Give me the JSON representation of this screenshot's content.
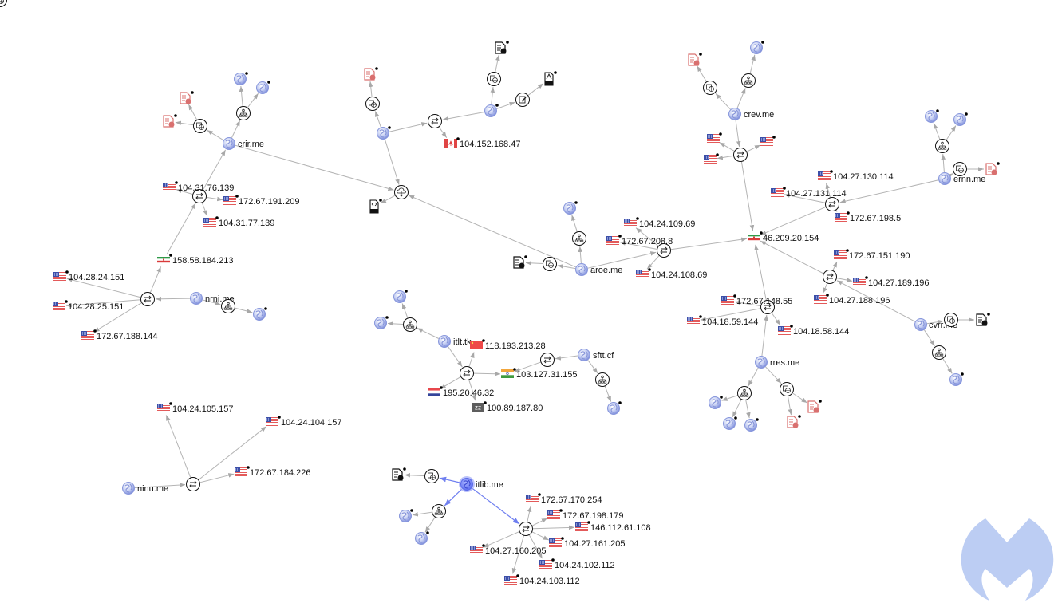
{
  "graph": {
    "title": "Domain infrastructure graph",
    "colors": {
      "edge": "#b4b4b4",
      "selected_edge": "#6f7ff0",
      "domain_node": "#8fa0e0",
      "selected_node": "#6f7ff0",
      "document_red": "#d9706f",
      "logo": "#bccdf3"
    },
    "nodes": [
      {
        "id": "crir",
        "type": "domain",
        "label": "crir.me"
      },
      {
        "id": "crir_dns",
        "type": "dns-transform",
        "label": ""
      },
      {
        "id": "crir_web",
        "type": "web-transform",
        "label": ""
      },
      {
        "id": "crir_doc1",
        "type": "document-red",
        "label": ""
      },
      {
        "id": "crir_doc2",
        "type": "document-red",
        "label": ""
      },
      {
        "id": "crir_hier",
        "type": "hierarchy-transform",
        "label": ""
      },
      {
        "id": "crir_d1",
        "type": "domain",
        "label": ""
      },
      {
        "id": "crir_d2",
        "type": "domain",
        "label": ""
      },
      {
        "id": "crir_res",
        "type": "resolve-transform",
        "label": ""
      },
      {
        "id": "ip_104_31_76_139",
        "type": "ip-us",
        "label": "104.31.76.139"
      },
      {
        "id": "ip_172_67_191_209",
        "type": "ip-us",
        "label": "172.67.191.209"
      },
      {
        "id": "ip_104_31_77_139",
        "type": "ip-us",
        "label": "104.31.77.139"
      },
      {
        "id": "ip_158_58_184_213",
        "type": "ip-ir",
        "label": "158.58.184.213"
      },
      {
        "id": "nrni_res",
        "type": "resolve-transform",
        "label": ""
      },
      {
        "id": "ip_104_28_24_151",
        "type": "ip-us",
        "label": "104.28.24.151"
      },
      {
        "id": "ip_104_28_25_151",
        "type": "ip-us",
        "label": "104.28.25.151"
      },
      {
        "id": "ip_172_67_188_144",
        "type": "ip-us",
        "label": "172.67.188.144"
      },
      {
        "id": "nrni",
        "type": "domain",
        "label": "nrni.me"
      },
      {
        "id": "nrni_hier",
        "type": "hierarchy-transform",
        "label": ""
      },
      {
        "id": "nrni_d1",
        "type": "domain",
        "label": ""
      },
      {
        "id": "cw_a",
        "type": "domain",
        "label": ""
      },
      {
        "id": "cw_a_web",
        "type": "web-transform",
        "label": ""
      },
      {
        "id": "cw_a_doc",
        "type": "document-red",
        "label": ""
      },
      {
        "id": "cw_res",
        "type": "resolve-transform",
        "label": ""
      },
      {
        "id": "ip_104_152_168_47",
        "type": "ip-ca",
        "label": "104.152.168.47"
      },
      {
        "id": "cw_b",
        "type": "domain",
        "label": ""
      },
      {
        "id": "cw_b_dns",
        "type": "dns-transform",
        "label": ""
      },
      {
        "id": "cw_b_doc",
        "type": "document-black",
        "label": ""
      },
      {
        "id": "cw_b_edit",
        "type": "edit-transform",
        "label": ""
      },
      {
        "id": "cw_b_pdf",
        "type": "pdf-file",
        "label": ""
      },
      {
        "id": "cloud_hub",
        "type": "cloud-transform",
        "label": ""
      },
      {
        "id": "html_file",
        "type": "html-file",
        "label": ""
      },
      {
        "id": "aroe",
        "type": "domain",
        "label": "aroe.me"
      },
      {
        "id": "aroe_hier",
        "type": "hierarchy-transform",
        "label": ""
      },
      {
        "id": "aroe_d1",
        "type": "domain",
        "label": ""
      },
      {
        "id": "aroe_dns",
        "type": "dns-transform",
        "label": ""
      },
      {
        "id": "aroe_doc",
        "type": "document-black",
        "label": ""
      },
      {
        "id": "aroe_res",
        "type": "resolve-transform",
        "label": ""
      },
      {
        "id": "ip_104_24_109_69",
        "type": "ip-us",
        "label": "104.24.109.69"
      },
      {
        "id": "ip_172_67_208_8",
        "type": "ip-us",
        "label": "172.67.208.8"
      },
      {
        "id": "ip_104_24_108_69",
        "type": "ip-us",
        "label": "104.24.108.69"
      },
      {
        "id": "ip_46_209_20_154",
        "type": "ip-ir",
        "label": "46.209.20.154"
      },
      {
        "id": "crev",
        "type": "domain",
        "label": "crev.me"
      },
      {
        "id": "crev_dns",
        "type": "dns-transform",
        "label": ""
      },
      {
        "id": "crev_doc",
        "type": "document-red",
        "label": ""
      },
      {
        "id": "crev_hier",
        "type": "hierarchy-transform",
        "label": ""
      },
      {
        "id": "crev_d1",
        "type": "domain",
        "label": ""
      },
      {
        "id": "crev_res",
        "type": "resolve-transform",
        "label": ""
      },
      {
        "id": "crev_ip1",
        "type": "ip-us",
        "label": ""
      },
      {
        "id": "crev_ip2",
        "type": "ip-us",
        "label": ""
      },
      {
        "id": "crev_ip3",
        "type": "ip-us",
        "label": ""
      },
      {
        "id": "ernn",
        "type": "domain",
        "label": "ernn.me"
      },
      {
        "id": "ernn_hier",
        "type": "hierarchy-transform",
        "label": ""
      },
      {
        "id": "ernn_d1",
        "type": "domain",
        "label": ""
      },
      {
        "id": "ernn_d2",
        "type": "domain",
        "label": ""
      },
      {
        "id": "ernn_web",
        "type": "dns-transform",
        "label": ""
      },
      {
        "id": "ernn_doc",
        "type": "document-red",
        "label": ""
      },
      {
        "id": "ernn_res",
        "type": "resolve-transform",
        "label": ""
      },
      {
        "id": "ip_104_27_130_114",
        "type": "ip-us",
        "label": "104.27.130.114"
      },
      {
        "id": "ip_104_27_131_114",
        "type": "ip-us",
        "label": "104.27.131.114"
      },
      {
        "id": "ip_172_67_198_5",
        "type": "ip-us",
        "label": "172.67.198.5"
      },
      {
        "id": "cvrr",
        "type": "domain",
        "label": "cvrr.me"
      },
      {
        "id": "cvrr_res",
        "type": "resolve-transform",
        "label": ""
      },
      {
        "id": "ip_172_67_151_190",
        "type": "ip-us",
        "label": "172.67.151.190"
      },
      {
        "id": "ip_104_27_189_196",
        "type": "ip-us",
        "label": "104.27.189.196"
      },
      {
        "id": "ip_104_27_188_196",
        "type": "ip-us",
        "label": "104.27.188.196"
      },
      {
        "id": "cvrr_web",
        "type": "web-transform",
        "label": ""
      },
      {
        "id": "cvrr_doc",
        "type": "document-black",
        "label": ""
      },
      {
        "id": "cvrr_hier",
        "type": "hierarchy-transform",
        "label": ""
      },
      {
        "id": "cvrr_d1",
        "type": "domain",
        "label": ""
      },
      {
        "id": "rres",
        "type": "domain",
        "label": "rres.me"
      },
      {
        "id": "rres_res",
        "type": "resolve-transform",
        "label": ""
      },
      {
        "id": "ip_172_67_148_55",
        "type": "ip-us",
        "label": "172.67.148.55"
      },
      {
        "id": "ip_104_18_59_144",
        "type": "ip-us",
        "label": "104.18.59.144"
      },
      {
        "id": "ip_104_18_58_144",
        "type": "ip-us",
        "label": "104.18.58.144"
      },
      {
        "id": "rres_hier",
        "type": "hierarchy-transform",
        "label": ""
      },
      {
        "id": "rres_d1",
        "type": "domain",
        "label": ""
      },
      {
        "id": "rres_d2",
        "type": "domain",
        "label": ""
      },
      {
        "id": "rres_d3",
        "type": "domain",
        "label": ""
      },
      {
        "id": "rres_web",
        "type": "web-transform",
        "label": ""
      },
      {
        "id": "rres_doc1",
        "type": "document-red",
        "label": ""
      },
      {
        "id": "rres_doc2",
        "type": "document-red",
        "label": ""
      },
      {
        "id": "itlt",
        "type": "domain",
        "label": "itlt.tk"
      },
      {
        "id": "itlt_hier",
        "type": "hierarchy-transform",
        "label": ""
      },
      {
        "id": "itlt_d1",
        "type": "domain",
        "label": ""
      },
      {
        "id": "itlt_d2",
        "type": "domain",
        "label": ""
      },
      {
        "id": "itlt_res",
        "type": "resolve-transform",
        "label": ""
      },
      {
        "id": "ip_118_193_213_28",
        "type": "ip-cn",
        "label": "118.193.213.28"
      },
      {
        "id": "ip_103_127_31_155",
        "type": "ip-in",
        "label": "103.127.31.155"
      },
      {
        "id": "ip_195_20_46_32",
        "type": "ip-nl",
        "label": "195.20.46.32"
      },
      {
        "id": "ip_100_89_187_80",
        "type": "ip-zz",
        "label": "100.89.187.80"
      },
      {
        "id": "sftt",
        "type": "domain",
        "label": "sftt.cf"
      },
      {
        "id": "sftt_res",
        "type": "resolve-transform",
        "label": ""
      },
      {
        "id": "sftt_hier",
        "type": "hierarchy-transform",
        "label": ""
      },
      {
        "id": "sftt_d1",
        "type": "domain",
        "label": ""
      },
      {
        "id": "ninu",
        "type": "domain",
        "label": "ninu.me"
      },
      {
        "id": "ninu_res",
        "type": "resolve-transform",
        "label": ""
      },
      {
        "id": "ip_104_24_105_157",
        "type": "ip-us",
        "label": "104.24.105.157"
      },
      {
        "id": "ip_104_24_104_157",
        "type": "ip-us",
        "label": "104.24.104.157"
      },
      {
        "id": "ip_172_67_184_226",
        "type": "ip-us",
        "label": "172.67.184.226"
      },
      {
        "id": "itlib",
        "type": "domain-selected",
        "label": "itlib.me"
      },
      {
        "id": "itlib_web",
        "type": "web-transform",
        "label": ""
      },
      {
        "id": "itlib_doc",
        "type": "document-black",
        "label": ""
      },
      {
        "id": "itlib_hier",
        "type": "hierarchy-transform",
        "label": ""
      },
      {
        "id": "itlib_d1",
        "type": "domain",
        "label": ""
      },
      {
        "id": "itlib_d2",
        "type": "domain",
        "label": ""
      },
      {
        "id": "itlib_res",
        "type": "resolve-transform",
        "label": ""
      },
      {
        "id": "ip_172_67_170_254",
        "type": "ip-us",
        "label": "172.67.170.254"
      },
      {
        "id": "ip_172_67_198_179",
        "type": "ip-us",
        "label": "172.67.198.179"
      },
      {
        "id": "ip_146_112_61_108",
        "type": "ip-us",
        "label": "146.112.61.108"
      },
      {
        "id": "ip_104_27_161_205",
        "type": "ip-us",
        "label": "104.27.161.205"
      },
      {
        "id": "ip_104_27_160_205",
        "type": "ip-us",
        "label": "104.27.160.205"
      },
      {
        "id": "ip_104_24_102_112",
        "type": "ip-us",
        "label": "104.24.102.112"
      },
      {
        "id": "ip_104_24_103_112",
        "type": "ip-us",
        "label": "104.24.103.112"
      }
    ],
    "edges": [
      [
        "crir",
        "crir_dns"
      ],
      [
        "crir_dns",
        "crir_doc1"
      ],
      [
        "crir_dns",
        "crir_doc2"
      ],
      [
        "crir",
        "crir_hier"
      ],
      [
        "crir_hier",
        "crir_d1"
      ],
      [
        "crir_hier",
        "crir_d2"
      ],
      [
        "crir",
        "cloud_hub"
      ],
      [
        "ip_158_58_184_213",
        "crir_res"
      ],
      [
        "crir_res",
        "crir"
      ],
      [
        "crir_res",
        "ip_104_31_76_139"
      ],
      [
        "crir_res",
        "ip_172_67_191_209"
      ],
      [
        "crir_res",
        "ip_104_31_77_139"
      ],
      [
        "nrni_res",
        "ip_158_58_184_213"
      ],
      [
        "nrni_res",
        "ip_104_28_24_151"
      ],
      [
        "nrni_res",
        "ip_104_28_25_151"
      ],
      [
        "nrni_res",
        "ip_172_67_188_144"
      ],
      [
        "nrni",
        "nrni_res"
      ],
      [
        "nrni",
        "nrni_hier"
      ],
      [
        "nrni_hier",
        "nrni_d1"
      ],
      [
        "cw_a",
        "cw_a_web"
      ],
      [
        "cw_a_web",
        "cw_a_doc"
      ],
      [
        "cw_a",
        "cw_res"
      ],
      [
        "cw_b",
        "cw_res"
      ],
      [
        "cw_res",
        "ip_104_152_168_47"
      ],
      [
        "cw_b",
        "cw_b_dns"
      ],
      [
        "cw_b_dns",
        "cw_b_doc"
      ],
      [
        "cw_b",
        "cw_b_edit"
      ],
      [
        "cw_b_edit",
        "cw_b_pdf"
      ],
      [
        "cw_a",
        "cloud_hub"
      ],
      [
        "cloud_hub",
        "html_file"
      ],
      [
        "aroe",
        "cloud_hub"
      ],
      [
        "aroe",
        "aroe_hier"
      ],
      [
        "aroe_hier",
        "aroe_d1"
      ],
      [
        "aroe",
        "aroe_dns"
      ],
      [
        "aroe_dns",
        "aroe_doc"
      ],
      [
        "aroe",
        "aroe_res"
      ],
      [
        "aroe_res",
        "ip_104_24_109_69"
      ],
      [
        "aroe_res",
        "ip_172_67_208_8"
      ],
      [
        "aroe_res",
        "ip_104_24_108_69"
      ],
      [
        "aroe_res",
        "ip_46_209_20_154"
      ],
      [
        "crev",
        "crev_dns"
      ],
      [
        "crev_dns",
        "crev_doc"
      ],
      [
        "crev",
        "crev_hier"
      ],
      [
        "crev_hier",
        "crev_d1"
      ],
      [
        "crev",
        "crev_res"
      ],
      [
        "crev_res",
        "crev_ip1"
      ],
      [
        "crev_res",
        "crev_ip2"
      ],
      [
        "crev_res",
        "crev_ip3"
      ],
      [
        "crev_res",
        "ip_46_209_20_154"
      ],
      [
        "ernn",
        "ernn_hier"
      ],
      [
        "ernn_hier",
        "ernn_d1"
      ],
      [
        "ernn_hier",
        "ernn_d2"
      ],
      [
        "ernn",
        "ernn_web"
      ],
      [
        "ernn_web",
        "ernn_doc"
      ],
      [
        "ernn",
        "ernn_res"
      ],
      [
        "ernn_res",
        "ip_104_27_130_114"
      ],
      [
        "ernn_res",
        "ip_104_27_131_114"
      ],
      [
        "ernn_res",
        "ip_172_67_198_5"
      ],
      [
        "ernn_res",
        "ip_46_209_20_154"
      ],
      [
        "cvrr",
        "cvrr_res"
      ],
      [
        "cvrr_res",
        "ip_172_67_151_190"
      ],
      [
        "cvrr_res",
        "ip_104_27_189_196"
      ],
      [
        "cvrr_res",
        "ip_104_27_188_196"
      ],
      [
        "cvrr_res",
        "ip_46_209_20_154"
      ],
      [
        "cvrr",
        "cvrr_web"
      ],
      [
        "cvrr_web",
        "cvrr_doc"
      ],
      [
        "cvrr",
        "cvrr_hier"
      ],
      [
        "cvrr_hier",
        "cvrr_d1"
      ],
      [
        "rres",
        "rres_res"
      ],
      [
        "rres_res",
        "ip_172_67_148_55"
      ],
      [
        "rres_res",
        "ip_104_18_59_144"
      ],
      [
        "rres_res",
        "ip_104_18_58_144"
      ],
      [
        "rres_res",
        "ip_46_209_20_154"
      ],
      [
        "rres",
        "rres_hier"
      ],
      [
        "rres_hier",
        "rres_d1"
      ],
      [
        "rres_hier",
        "rres_d2"
      ],
      [
        "rres_hier",
        "rres_d3"
      ],
      [
        "rres",
        "rres_web"
      ],
      [
        "rres_web",
        "rres_doc1"
      ],
      [
        "rres_web",
        "rres_doc2"
      ],
      [
        "itlt",
        "itlt_hier"
      ],
      [
        "itlt_hier",
        "itlt_d1"
      ],
      [
        "itlt_hier",
        "itlt_d2"
      ],
      [
        "itlt",
        "itlt_res"
      ],
      [
        "itlt_res",
        "ip_118_193_213_28"
      ],
      [
        "itlt_res",
        "ip_103_127_31_155"
      ],
      [
        "itlt_res",
        "ip_195_20_46_32"
      ],
      [
        "itlt_res",
        "ip_100_89_187_80"
      ],
      [
        "sftt",
        "sftt_res"
      ],
      [
        "sftt_res",
        "ip_103_127_31_155"
      ],
      [
        "sftt",
        "sftt_hier"
      ],
      [
        "sftt_hier",
        "sftt_d1"
      ],
      [
        "ninu",
        "ninu_res"
      ],
      [
        "ninu_res",
        "ip_104_24_105_157"
      ],
      [
        "ninu_res",
        "ip_104_24_104_157"
      ],
      [
        "ninu_res",
        "ip_172_67_184_226"
      ],
      [
        "itlib",
        "itlib_web",
        "sel"
      ],
      [
        "itlib_web",
        "itlib_doc"
      ],
      [
        "itlib",
        "itlib_hier",
        "sel"
      ],
      [
        "itlib_hier",
        "itlib_d1"
      ],
      [
        "itlib_hier",
        "itlib_d2"
      ],
      [
        "itlib",
        "itlib_res",
        "sel"
      ],
      [
        "itlib_res",
        "ip_172_67_170_254"
      ],
      [
        "itlib_res",
        "ip_172_67_198_179"
      ],
      [
        "itlib_res",
        "ip_146_112_61_108"
      ],
      [
        "itlib_res",
        "ip_104_27_161_205"
      ],
      [
        "itlib_res",
        "ip_104_27_160_205"
      ],
      [
        "itlib_res",
        "ip_104_24_102_112"
      ],
      [
        "itlib_res",
        "ip_104_24_103_112"
      ]
    ],
    "logo": {
      "name": "malwarebytes-logo"
    }
  }
}
